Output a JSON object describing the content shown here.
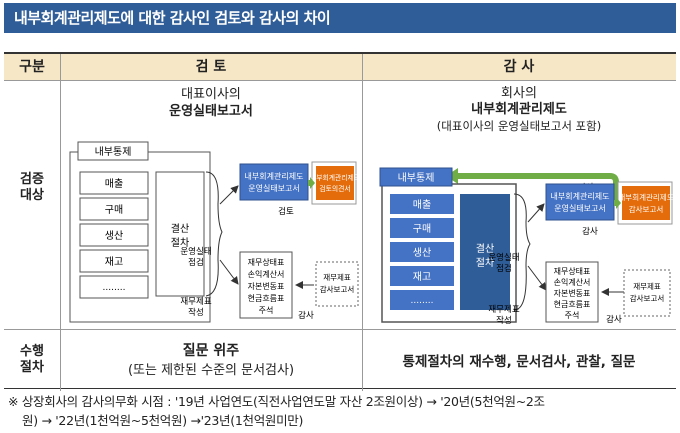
{
  "title": "내부회계관리제도에 대한 감사인 검토와 감사의 차이",
  "header": {
    "c1": "구분",
    "c2": "검 토",
    "c3": "감 사"
  },
  "row_labels": {
    "verify_1": "검증",
    "verify_2": "대상",
    "proc_1": "수행",
    "proc_2": "절차"
  },
  "review": {
    "heading_1": "대표이사의",
    "heading_2": "운영실태보고서",
    "internal_control": "내부통제",
    "processes": [
      "매출",
      "구매",
      "생산",
      "재고",
      "........"
    ],
    "closing_1": "결산",
    "closing_2": "절차",
    "op_status_1": "운영실태",
    "op_status_2": "점검",
    "report_1": "내부회계관리제도",
    "report_2": "운영실태보고서",
    "review_label": "검토",
    "eval_1": "내부회계관리제도",
    "eval_2": "검토의견서",
    "fs_prep_1": "재무제표",
    "fs_prep_2": "작성",
    "fs_list": [
      "재무상태표",
      "손익계산서",
      "자본변동표",
      "현금흐름표",
      "주석"
    ],
    "audit_label": "감사",
    "audit_report_1": "재무제표",
    "audit_report_2": "감사보고서",
    "procedure_main": "질문 위주",
    "procedure_sub": "(또는 제한된 수준의 문서검사)"
  },
  "audit": {
    "heading_1": "회사의",
    "heading_2": "내부회계관리제도",
    "heading_3": "(대표이사의 운영실태보고서 포함)",
    "internal_control": "내부통제",
    "audit_top": "감사",
    "processes": [
      "매출",
      "구매",
      "생산",
      "재고",
      "........"
    ],
    "closing_1": "결산",
    "closing_2": "절차",
    "op_status_1": "운영실태",
    "op_status_2": "점검",
    "report_1": "내부회계관리제도",
    "report_2": "운영실태보고서",
    "audit_mid": "감사",
    "eval_1": "내부회계관리제도",
    "eval_2": "감사보고서",
    "fs_prep_1": "재무제표",
    "fs_prep_2": "작성",
    "fs_list": [
      "재무상태표",
      "손익계산서",
      "자본변동표",
      "현금흐름표",
      "주석"
    ],
    "audit_label": "감사",
    "audit_report_1": "재무제표",
    "audit_report_2": "감사보고서",
    "procedure_main": "통제절차의 재수행, 문서검사, 관찰, 질문"
  },
  "footnote_1": "※ 상장회사의 감사의무화 시점 : '19년 사업연도(직전사업연도말 자산 2조원이상) → '20년(5천억원~2조",
  "footnote_2": "원) → '22년(1천억원~5천억원) →'23년(1천억원미만)",
  "colors": {
    "banner": "#2f5d98",
    "header_bg": "#f6e7c6",
    "box_blue": "#4472c4",
    "box_orange": "#e46c0a",
    "arrow_green": "#70ad47"
  }
}
